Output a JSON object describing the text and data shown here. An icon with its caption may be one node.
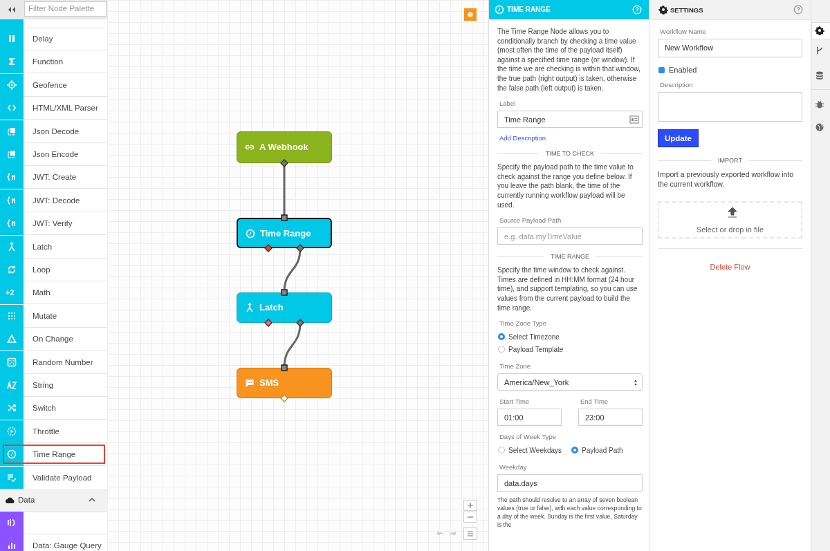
{
  "diagram": {
    "nodes": [
      {
        "text": [
          "A Webhook"
        ]
      },
      {
        "text": [
          "Time Range"
        ]
      },
      {
        "text": [
          "Latch"
        ]
      },
      {
        "text": [
          "SMS"
        ]
      }
    ],
    "edges": [
      {
        "from": 0,
        "to": 1,
        "arrow": "none"
      },
      {
        "from": 1,
        "to": 2,
        "arrow": "none"
      },
      {
        "from": 2,
        "to": 3,
        "arrow": "none"
      }
    ],
    "labels": [
      "Filter Node Palette",
      "Delay",
      "Function",
      "Geofence",
      "HTML/XML Parser",
      "Json Decode",
      "Json Encode",
      "JWT: Create",
      "JWT: Decode",
      "JWT: Verify",
      "Latch",
      "Loop",
      "+2",
      "Math",
      "Mutate",
      "On Change",
      "Random Number",
      "String",
      "Switch",
      "Throttle",
      "Time Range",
      "Validate Payload",
      "Data",
      "Data: Gauge Query",
      "TIME RANGE",
      "The Time Range Node allows you to conditionally branch by checking a time value (most often the time of the payload itself) against a specified time range (or window). If the time we are checking is within that window, the true path (right output) is taken, otherwise the false path (left output) is taken.",
      "Label",
      "Time Range",
      "Add Description",
      "TIME TO CHECK",
      "Specify the payload path to the time value to check against the range you define below. If you leave the path blank, the time of the currently running workflow payload will be used.",
      "Source Payload Path",
      "e.g. data.myTimeValue",
      "TIME RANGE",
      "Specify the time window to check against. Times are defined in HH:MM format (24 hour time), and support templating, so you can use values from the current payload to build the time range.",
      "Time Zone Type",
      "Select Timezone",
      "Payload Template",
      "Time Zone",
      "America/New_York",
      "Start Time",
      "End Time",
      "01:00",
      "23:00",
      "Days of Week Type",
      "Select Weekdays",
      "Payload Path",
      "Weekday",
      "data.days",
      "The path should resolve to an array of seven boolean values (true or false), with each value corresponding to a day of the week. Sunday is the first value, Saturday is the",
      "SETTINGS",
      "Workflow Name",
      "New Workflow",
      "Enabled",
      "Description",
      "Update",
      "IMPORT",
      "Import a previously exported workflow into the current workflow.",
      "Select or drop in file",
      "Delete Flow"
    ]
  }
}
